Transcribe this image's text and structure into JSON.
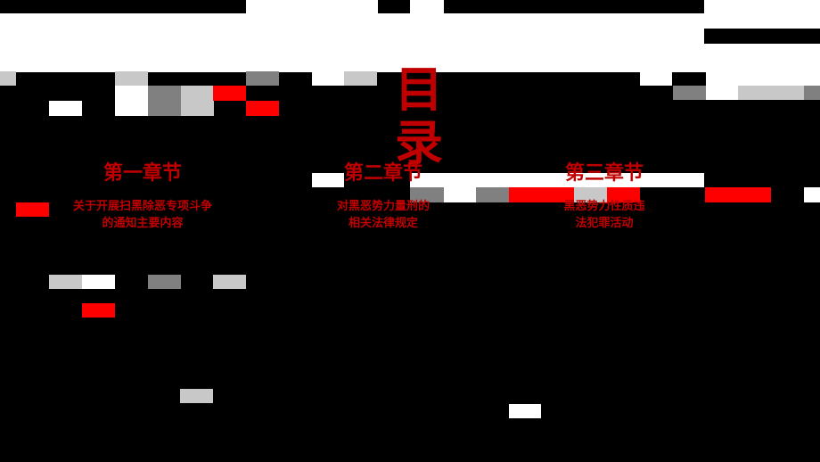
{
  "title_chars": [
    "目",
    "录"
  ],
  "chapters": [
    {
      "heading": "第一章节",
      "desc_line1": "关于开展扫黑除恶专项斗争",
      "desc_line2": "的通知主要内容"
    },
    {
      "heading": "第二章节",
      "desc_line1": "对黑恶势力量刑的",
      "desc_line2": "相关法律规定"
    },
    {
      "heading": "第三章节",
      "desc_line1": "黑恶势力性质违",
      "desc_line2": "法犯罪活动"
    }
  ],
  "colors": {
    "background": "#000000",
    "accent_red": "#ff0000",
    "text_red": "#c00000",
    "white": "#ffffff",
    "light_gray": "#c8c8c8",
    "mid_gray": "#808080"
  }
}
